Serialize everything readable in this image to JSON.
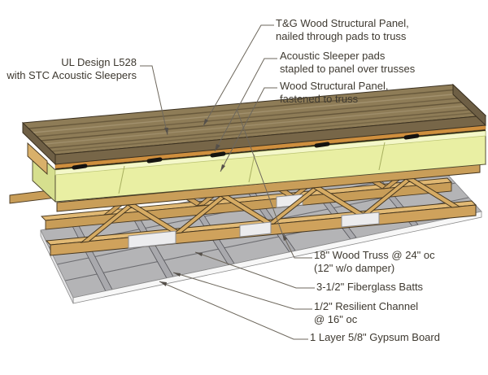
{
  "labels": {
    "ul_design": {
      "line1": "UL Design L528",
      "line2": "with STC Acoustic Sleepers"
    },
    "tg_panel": {
      "line1": "T&G Wood Structural Panel,",
      "line2": "nailed through pads to truss"
    },
    "sleeper_pads": {
      "line1": "Acoustic Sleeper pads",
      "line2": "stapled to panel over trusses"
    },
    "wood_panel": {
      "line1": "Wood Structural Panel,",
      "line2": "fastened to truss"
    },
    "wood_truss": {
      "line1": "18\" Wood Truss @ 24\" oc",
      "line2": "(12\" w/o damper)"
    },
    "fiberglass_batts": {
      "line1": "3-1/2\" Fiberglass Batts"
    },
    "resilient_channel": {
      "line1": "1/2\" Resilient Channel",
      "line2": "@ 16\" oc"
    },
    "gypsum_board": {
      "line1": "1 Layer 5/8\" Gypsum Board"
    }
  },
  "colors": {
    "tg_panel_top": "#8e7c57",
    "tg_panel_edge": "#6e5f45",
    "sleeper_band": "#cf8f3e",
    "sleeper_pad": "#151310",
    "structural_panel": "#e9efa3",
    "truss_wood": "#d6ab63",
    "gusset_plate": "#ececee",
    "gypsum_top": "#b4b4b6",
    "gypsum_edge": "#f7f7f7",
    "resilient_channel": "#a9a9ad",
    "leader_line": "#6d675c",
    "text": "#3e3930"
  }
}
